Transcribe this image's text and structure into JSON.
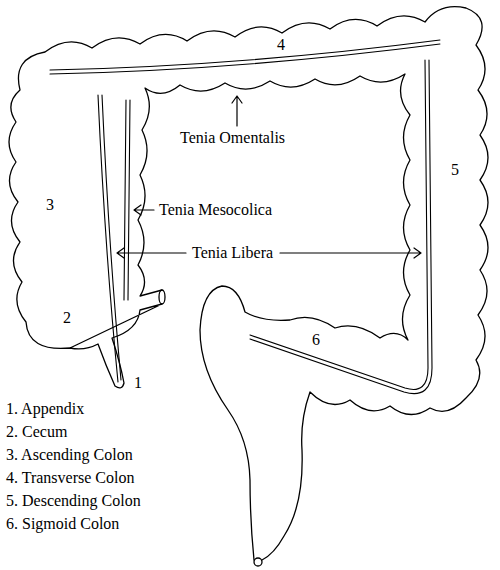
{
  "diagram": {
    "labels": [
      "4",
      "Tenia Omentalis",
      "5",
      "Tenia Mesocolica",
      "3",
      "Tenia Libera",
      "2",
      "6",
      "1",
      "1. Appendix",
      "2. Cecum",
      "3. Ascending Colon",
      "4. Transverse Colon",
      "5. Descending Colon",
      "6. Sigmoid Colon"
    ]
  }
}
